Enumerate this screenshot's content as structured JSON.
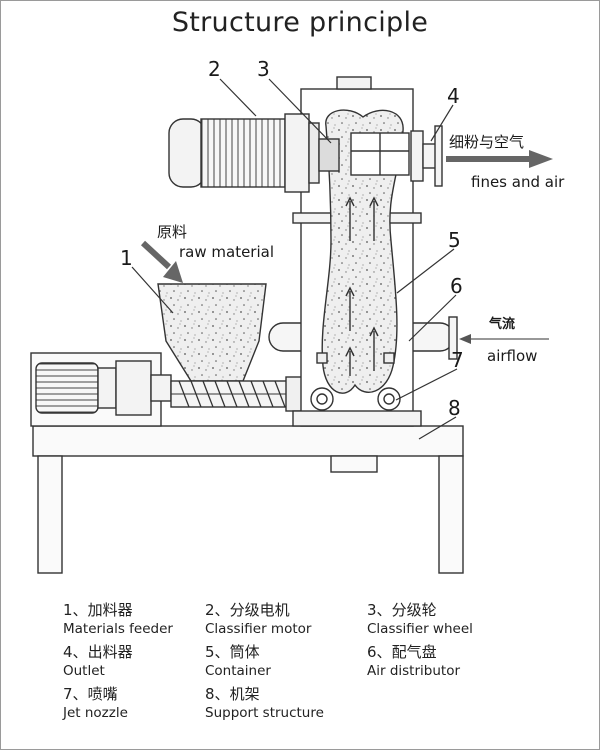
{
  "title": "Structure principle",
  "callouts": [
    "1",
    "2",
    "3",
    "4",
    "5",
    "6",
    "7",
    "8"
  ],
  "annotations": {
    "raw_zh": "原料",
    "raw_en": "raw material",
    "fines_zh": "细粉与空气",
    "fines_en": "fines and air",
    "airflow_zh": "气流",
    "airflow_en": "airflow"
  },
  "legend": [
    {
      "num": "1",
      "zh": "加料器",
      "en": "Materials feeder"
    },
    {
      "num": "2",
      "zh": "分级电机",
      "en": "Classifier motor"
    },
    {
      "num": "3",
      "zh": "分级轮",
      "en": "Classifier wheel"
    },
    {
      "num": "4",
      "zh": "出料器",
      "en": "Outlet"
    },
    {
      "num": "5",
      "zh": "筒体",
      "en": "Container"
    },
    {
      "num": "6",
      "zh": "配气盘",
      "en": "Air distributor"
    },
    {
      "num": "7",
      "zh": "喷嘴",
      "en": "Jet nozzle"
    },
    {
      "num": "8",
      "zh": "机架",
      "en": "Support structure"
    }
  ]
}
